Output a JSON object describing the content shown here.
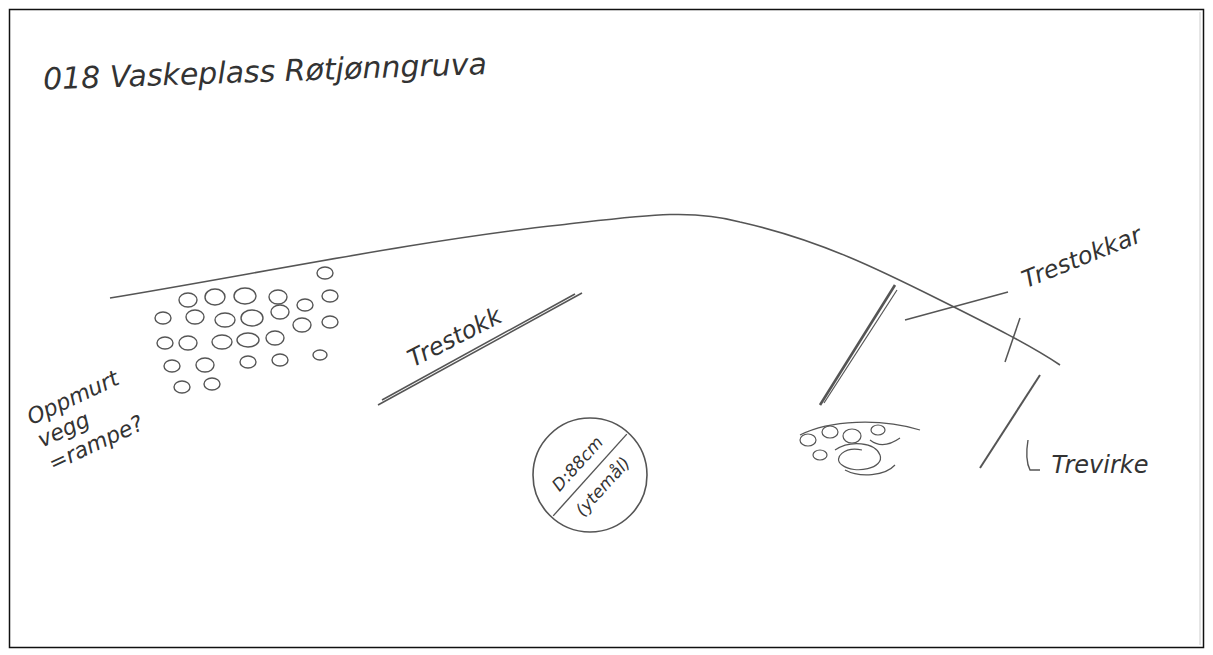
{
  "diagram": {
    "title": "018 Vaskeplass Røtjønngruva",
    "nodes": [
      {
        "text": [
          "D:88cm (ytemål)"
        ]
      }
    ],
    "labels": [
      "Trestokk",
      "Trestokkar",
      "Oppmurt vegg =rampe?",
      "Trevirke"
    ]
  }
}
